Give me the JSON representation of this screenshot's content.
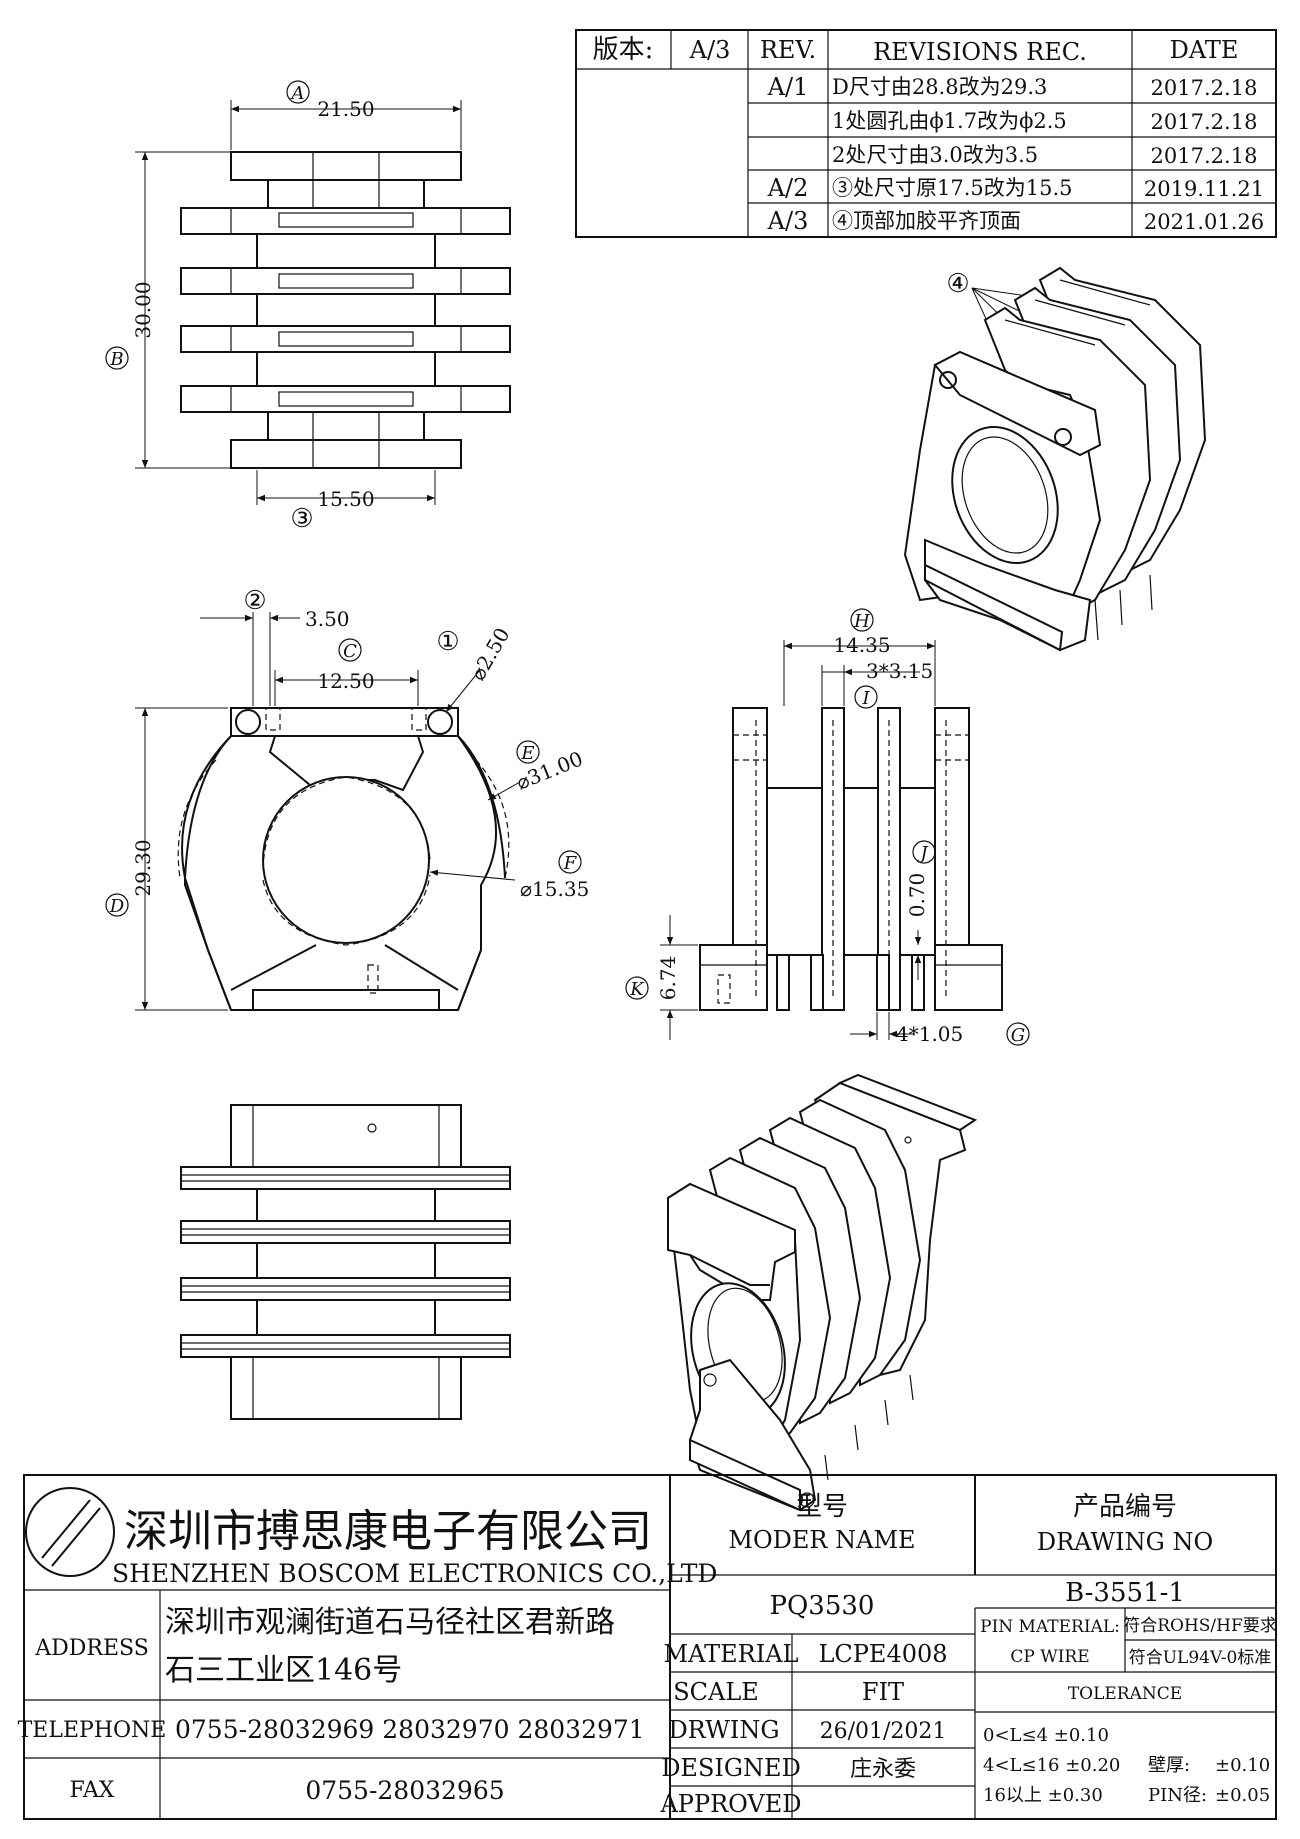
{
  "revision_table": {
    "version_label": "版本:",
    "version_value": "A/3",
    "rev_header": "REV.",
    "records_header": "REVISIONS REC.",
    "date_header": "DATE",
    "rows": [
      {
        "rev": "A/1",
        "text": "D尺寸由28.8改为29.3",
        "date": "2017.2.18"
      },
      {
        "rev": "",
        "text": "1处圆孔由ϕ1.7改为ϕ2.5",
        "date": "2017.2.18"
      },
      {
        "rev": "",
        "text": "2处尺寸由3.0改为3.5",
        "date": "2017.2.18"
      },
      {
        "rev": "A/2",
        "text": "③处尺寸原17.5改为15.5",
        "date": "2019.11.21"
      },
      {
        "rev": "A/3",
        "text": "④顶部加胶平齐顶面",
        "date": "2021.01.26"
      }
    ]
  },
  "dimensions": {
    "A": {
      "tag": "A",
      "value": "21.50"
    },
    "B": {
      "tag": "B",
      "value": "30.00"
    },
    "C3": {
      "tag": "③",
      "value": "15.50"
    },
    "C2": {
      "tag": "②",
      "value": "3.50"
    },
    "C": {
      "tag": "C",
      "value": "12.50"
    },
    "C1": {
      "tag": "①",
      "value": "⌀2.50"
    },
    "E": {
      "tag": "E",
      "value": "⌀31.00"
    },
    "F": {
      "tag": "F",
      "value": "⌀15.35"
    },
    "D": {
      "tag": "D",
      "value": "29.30"
    },
    "H": {
      "tag": "H",
      "value": "14.35"
    },
    "I": {
      "tag": "I",
      "value": "3*3.15"
    },
    "J": {
      "tag": "J",
      "value": "0.70"
    },
    "K": {
      "tag": "K",
      "value": "6.74"
    },
    "G": {
      "tag": "G",
      "value": "4*1.05"
    },
    "note4": {
      "tag": "④"
    }
  },
  "title_block": {
    "company_cn": "深圳市搏思康电子有限公司",
    "company_en": "SHENZHEN BOSCOM ELECTRONICS CO.,LTD",
    "address_label": "ADDRESS",
    "address_line1": "深圳市观澜街道石马径社区君新路",
    "address_line2": "石三工业区146号",
    "telephone_label": "TELEPHONE",
    "telephone_value": "0755-28032969 28032970 28032971",
    "fax_label": "FAX",
    "fax_value": "0755-28032965",
    "model_label_cn": "型号",
    "model_label_en": "MODER NAME",
    "model_value": "PQ3530",
    "drawing_label_cn": "产品编号",
    "drawing_label_en": "DRAWING NO",
    "drawing_value": "B-3551-1",
    "material_label": "MATERIAL",
    "material_value": "LCPE4008",
    "scale_label": "SCALE",
    "scale_value": "FIT",
    "drwing_label": "DRWING",
    "drwing_value": "26/01/2021",
    "designed_label": "DESIGNED",
    "designed_value": "庄永委",
    "approved_label": "APPROVED",
    "approved_value": "",
    "pin_material_label": "PIN MATERIAL:",
    "pin_material_value": "符合ROHS/HF要求",
    "cp_wire_label": "CP WIRE",
    "cp_wire_value": "符合UL94V-0标准",
    "tolerance_label": "TOLERANCE",
    "tol_row1": "0<L≤4  ±0.10",
    "tol_row2": "4<L≤16 ±0.20",
    "tol_row3": "16以上    ±0.30",
    "wall_label": "壁厚:",
    "wall_value": "±0.10",
    "pin_label": "PIN径:",
    "pin_value": "±0.05"
  }
}
